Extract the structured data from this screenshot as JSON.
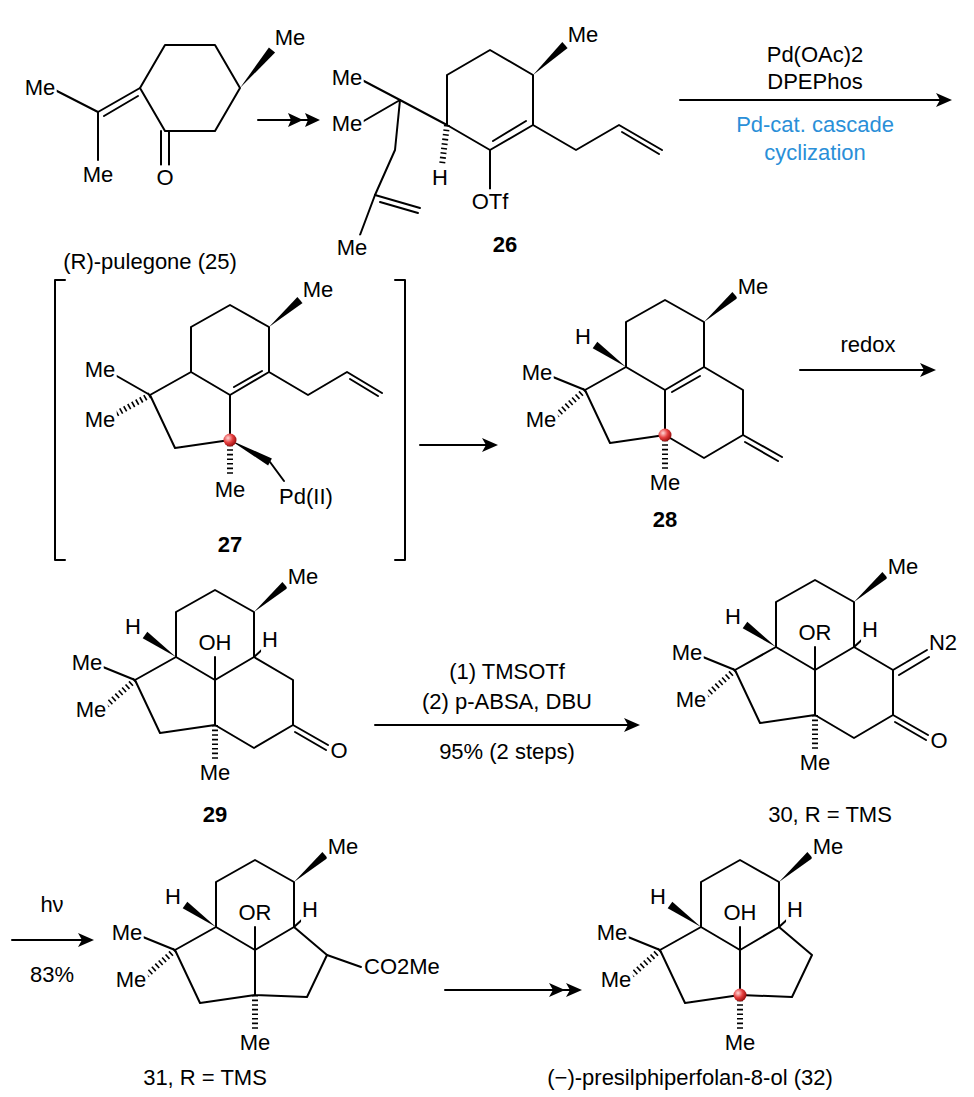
{
  "diagram": {
    "labels": [
      "Me",
      "Me",
      "Me",
      "O",
      "(R)-pulegone (25)",
      "Me",
      "Me",
      "Me",
      "H",
      "OTf",
      "Me",
      "26",
      "Pd(OAc)2",
      "DPEPhos",
      "Pd-cat. cascade",
      "cyclization",
      "Me",
      "Me",
      "Me",
      "Me",
      "Pd(II)",
      "27",
      "Me",
      "H",
      "Me",
      "Me",
      "Me",
      "28",
      "redox",
      "Me",
      "OH",
      "H",
      "H",
      "Me",
      "Me",
      "Me",
      "O",
      "29",
      "(1) TMSOTf",
      "(2) p-ABSA, DBU",
      "95% (2 steps)",
      "Me",
      "OR",
      "H",
      "N2",
      "H",
      "Me",
      "Me",
      "O",
      "Me",
      "30, R = TMS",
      "hν",
      "83%",
      "Me",
      "H",
      "OR",
      "H",
      "Me",
      "Me",
      "CO2Me",
      "Me",
      "31, R = TMS",
      "Me",
      "H",
      "OH",
      "H",
      "Me",
      "Me",
      "Me",
      "(−)-presilphiperfolan-8-ol (32)"
    ]
  }
}
